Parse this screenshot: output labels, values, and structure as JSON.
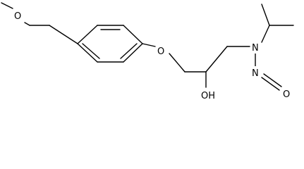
{
  "molecule": {
    "atoms": {
      "methoxy_o": "O",
      "ether_o": "O",
      "hydroxyl": "OH",
      "amine_n": "N",
      "nitroso_n": "N",
      "nitroso_o": "O"
    }
  }
}
